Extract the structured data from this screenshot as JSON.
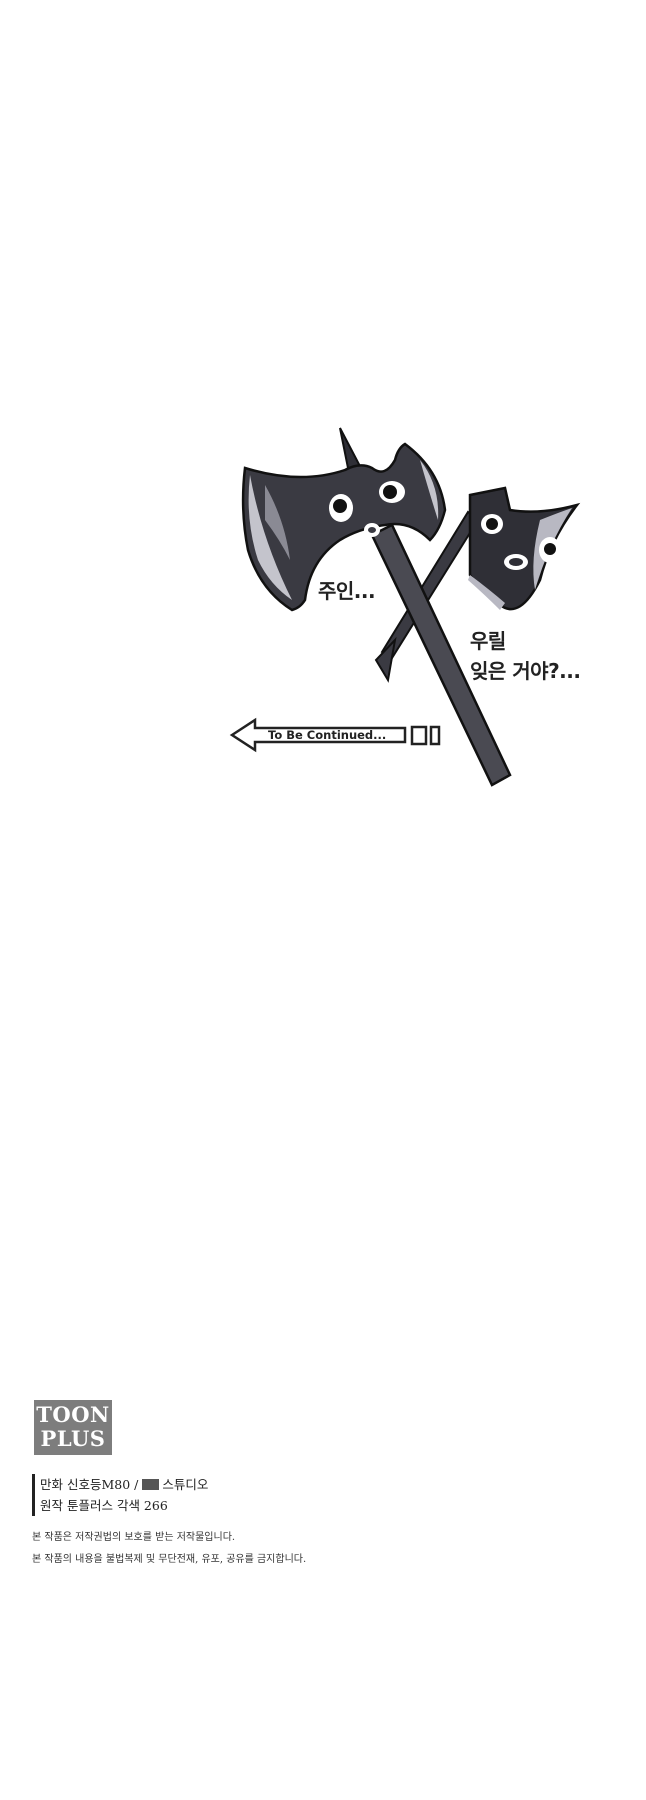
{
  "panel": {
    "speech": {
      "line1": "주인...",
      "line2a": "우릴",
      "line2b": "잊은 거야?..."
    },
    "to_be_continued": "To Be Continued..."
  },
  "footer": {
    "logo": {
      "line1": "TOON",
      "line2": "PLUS"
    },
    "credits": {
      "art": "만화 신호등M80  /",
      "studio": "스튜디오",
      "original": "원작 툰플러스   각색 266"
    },
    "notice": {
      "line1": "본 작품은 저작권법의 보호를 받는 저작물입니다.",
      "line2": "본 작품의 내용을 불법복제 및 무단전재, 유포, 공유를 금지합니다."
    }
  },
  "colors": {
    "background": "#ffffff",
    "axe_dark": "#3a3a42",
    "axe_light": "#b8b8c2",
    "logo_bg": "#7d7d7d"
  }
}
